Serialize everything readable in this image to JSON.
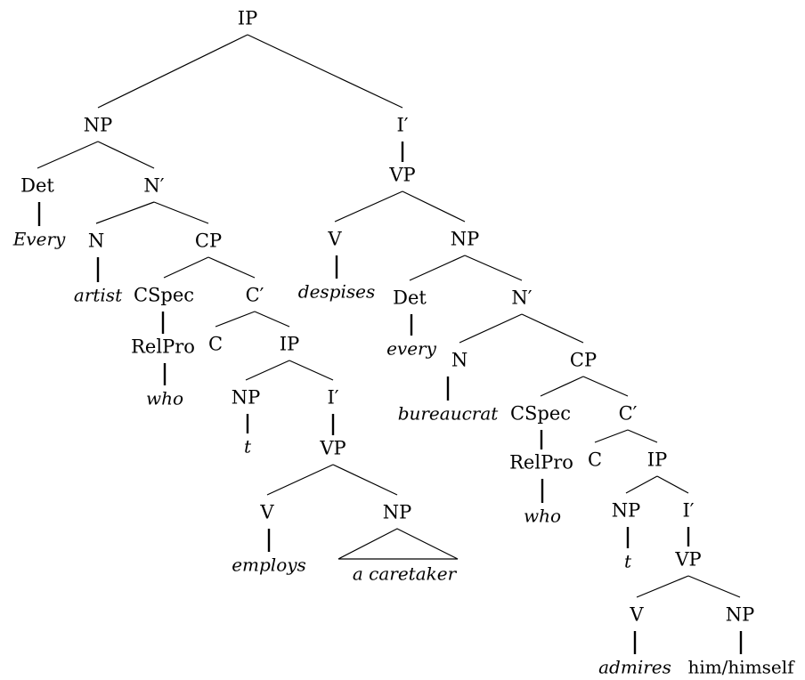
{
  "nodes": [
    {
      "id": "ip0",
      "label": "IP"
    },
    {
      "id": "np1",
      "label": "NP"
    },
    {
      "id": "ibar1",
      "label": "I′"
    },
    {
      "id": "det1",
      "label": "Det"
    },
    {
      "id": "nbar1",
      "label": "N′"
    },
    {
      "id": "w_every1",
      "label": "Every",
      "style": "italic"
    },
    {
      "id": "n1",
      "label": "N"
    },
    {
      "id": "cp1",
      "label": "CP"
    },
    {
      "id": "w_artist",
      "label": "artist",
      "style": "italic"
    },
    {
      "id": "cspec1",
      "label": "CSpec"
    },
    {
      "id": "cbar1",
      "label": "C′"
    },
    {
      "id": "relpro1",
      "label": "RelPro"
    },
    {
      "id": "w_who1",
      "label": "who",
      "style": "italic"
    },
    {
      "id": "c1",
      "label": "C"
    },
    {
      "id": "ip1",
      "label": "IP"
    },
    {
      "id": "np_t1",
      "label": "NP"
    },
    {
      "id": "w_t1",
      "label": "t",
      "style": "italic"
    },
    {
      "id": "ibar_e",
      "label": "I′"
    },
    {
      "id": "vp_e",
      "label": "VP"
    },
    {
      "id": "v_e",
      "label": "V"
    },
    {
      "id": "np_e",
      "label": "NP"
    },
    {
      "id": "w_employs",
      "label": "employs",
      "style": "italic"
    },
    {
      "id": "w_caretaker",
      "label": "a caretaker",
      "style": "italic"
    },
    {
      "id": "vp0",
      "label": "VP"
    },
    {
      "id": "v0",
      "label": "V"
    },
    {
      "id": "np0",
      "label": "NP"
    },
    {
      "id": "w_despises",
      "label": "despises",
      "style": "italic"
    },
    {
      "id": "det2",
      "label": "Det"
    },
    {
      "id": "nbar2",
      "label": "N′"
    },
    {
      "id": "w_every2",
      "label": "every",
      "style": "italic"
    },
    {
      "id": "n2",
      "label": "N"
    },
    {
      "id": "cp2",
      "label": "CP"
    },
    {
      "id": "w_bureaucrat",
      "label": "bureaucrat",
      "style": "italic"
    },
    {
      "id": "cspec2",
      "label": "CSpec"
    },
    {
      "id": "cbar2",
      "label": "C′"
    },
    {
      "id": "relpro2",
      "label": "RelPro"
    },
    {
      "id": "w_who2",
      "label": "who",
      "style": "italic"
    },
    {
      "id": "c2",
      "label": "C"
    },
    {
      "id": "ip2",
      "label": "IP"
    },
    {
      "id": "np_t2",
      "label": "NP"
    },
    {
      "id": "w_t2",
      "label": "t",
      "style": "italic"
    },
    {
      "id": "ibar_a",
      "label": "I′"
    },
    {
      "id": "vp_a",
      "label": "VP"
    },
    {
      "id": "v_a",
      "label": "V"
    },
    {
      "id": "np_a",
      "label": "NP"
    },
    {
      "id": "w_admires",
      "label": "admires",
      "style": "italic"
    },
    {
      "id": "w_him",
      "label": "him/himself",
      "style": "plain"
    }
  ]
}
